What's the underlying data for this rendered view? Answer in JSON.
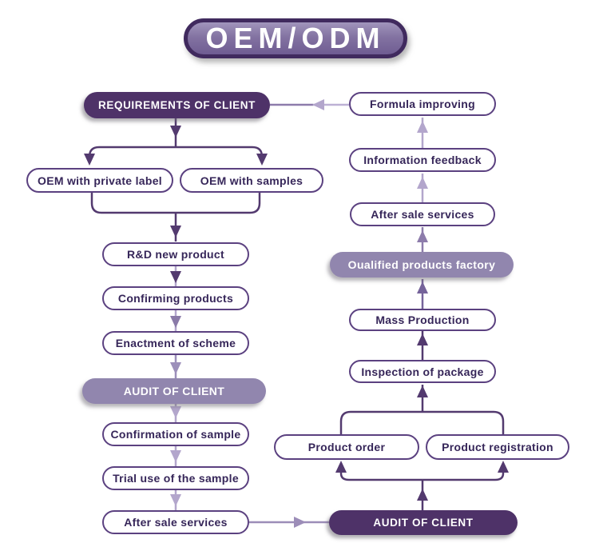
{
  "title": "OEM/ODM",
  "palette": {
    "dark_purple_pill": "#4e3268",
    "light_purple_pill": "#9186ae",
    "pill_outline": "#5b4180",
    "pill_text": "#362659",
    "arrow_dark": "#533a6f",
    "arrow_medium": "#8d7cab",
    "arrow_light": "#b3a6cc",
    "background": "#ffffff"
  },
  "nodes": {
    "requirements": "REQUIREMENTS OF CLIENT",
    "oem_private_label": "OEM with private label",
    "oem_with_samples": "OEM with samples",
    "rd_new_product": "R&D new product",
    "confirming_products": "Confirming products",
    "enactment_of_scheme": "Enactment of scheme",
    "audit_of_client_left": "AUDIT OF CLIENT",
    "confirmation_of_sample": "Confirmation of sample",
    "trial_use_of_sample": "Trial use of the sample",
    "after_sale_services_left": "After sale services",
    "audit_of_client_bottom": "AUDIT OF CLIENT",
    "product_order": "Product order",
    "product_registration": "Product registration",
    "inspection_of_package": "Inspection of package",
    "mass_production": "Mass Production",
    "qualified_products_factory": "Oualified products factory",
    "after_sale_services_right": "After sale services",
    "information_feedback": "Information feedback",
    "formula_improving": "Formula improving"
  }
}
